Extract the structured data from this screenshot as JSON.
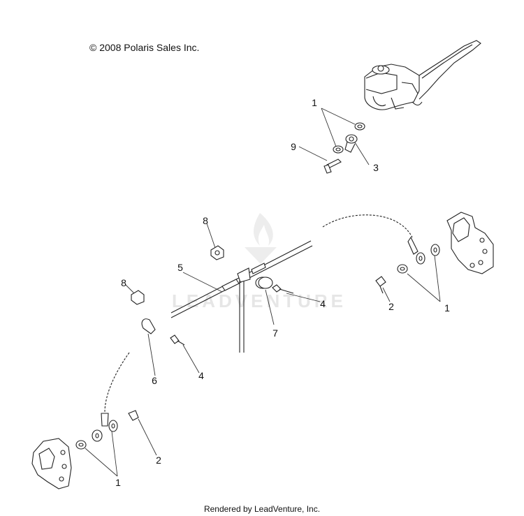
{
  "copyright": "© 2008 Polaris Sales Inc.",
  "footer": "Rendered by LeadVenture, Inc.",
  "watermark": "LEADVENTURE",
  "callouts": [
    {
      "id": "master-cyl-washers",
      "label": "1"
    },
    {
      "id": "master-cyl-bolt",
      "label": "9"
    },
    {
      "id": "master-cyl-fitting",
      "label": "3"
    },
    {
      "id": "clip-nut-upper",
      "label": "8"
    },
    {
      "id": "brake-line",
      "label": "5"
    },
    {
      "id": "clip-nut-left",
      "label": "8"
    },
    {
      "id": "spacer",
      "label": "7"
    },
    {
      "id": "bolt-center",
      "label": "4"
    },
    {
      "id": "clamp",
      "label": "6"
    },
    {
      "id": "bolt-left",
      "label": "4"
    },
    {
      "id": "right-caliper-bolt",
      "label": "2"
    },
    {
      "id": "right-caliper-washers",
      "label": "1"
    },
    {
      "id": "left-caliper-bolt",
      "label": "2"
    },
    {
      "id": "left-caliper-washers",
      "label": "1"
    }
  ]
}
